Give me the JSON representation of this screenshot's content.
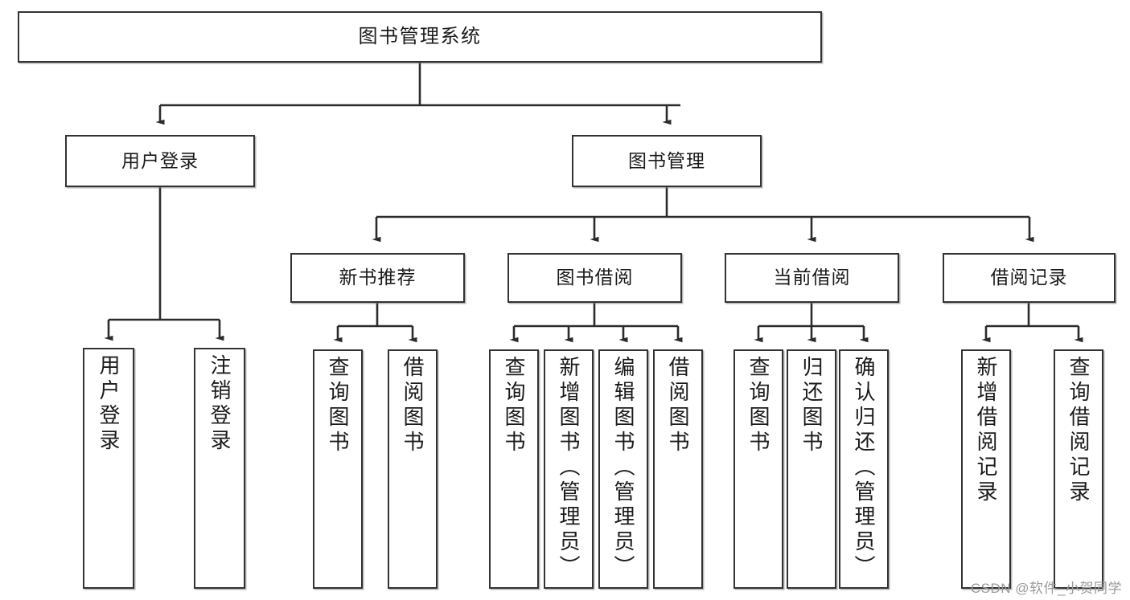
{
  "diagram": {
    "title": "图书管理系统",
    "type": "hierarchy-tree",
    "colors": {
      "box_border": "#333333",
      "box_fill": "#ffffff",
      "connector": "#2b2b2b",
      "background": "#ffffff",
      "watermark_text": "#9a9a9a"
    },
    "nodes": {
      "root": {
        "label": "图书管理系统",
        "level": 1
      },
      "level2": [
        {
          "id": "user-login",
          "label": "用户登录"
        },
        {
          "id": "book-management",
          "label": "图书管理"
        }
      ],
      "level3": [
        {
          "id": "new-book-recommend",
          "label": "新书推荐"
        },
        {
          "id": "book-borrow",
          "label": "图书借阅"
        },
        {
          "id": "current-borrow",
          "label": "当前借阅"
        },
        {
          "id": "borrow-record",
          "label": "借阅记录"
        }
      ],
      "leaves": {
        "user-login": [
          {
            "id": "leaf-user-login",
            "label": "用户登录"
          },
          {
            "id": "leaf-logout-login",
            "label": "注销登录"
          }
        ],
        "new-book-recommend": [
          {
            "id": "leaf-query-book-1",
            "label": "查询图书"
          },
          {
            "id": "leaf-borrow-book-1",
            "label": "借阅图书"
          }
        ],
        "book-borrow": [
          {
            "id": "leaf-query-book-2",
            "label": "查询图书"
          },
          {
            "id": "leaf-add-book-admin",
            "label": "新增图书（管理员）"
          },
          {
            "id": "leaf-edit-book-admin",
            "label": "编辑图书（管理员）"
          },
          {
            "id": "leaf-borrow-book-2",
            "label": "借阅图书"
          }
        ],
        "current-borrow": [
          {
            "id": "leaf-query-book-3",
            "label": "查询图书"
          },
          {
            "id": "leaf-return-book",
            "label": "归还图书"
          },
          {
            "id": "leaf-confirm-return-admin",
            "label": "确认归还（管理员）"
          }
        ],
        "borrow-record": [
          {
            "id": "leaf-add-borrow-record",
            "label": "新增借阅记录"
          },
          {
            "id": "leaf-query-borrow-record",
            "label": "查询借阅记录"
          }
        ]
      }
    },
    "watermark": "CSDN @软件_小贺同学"
  }
}
